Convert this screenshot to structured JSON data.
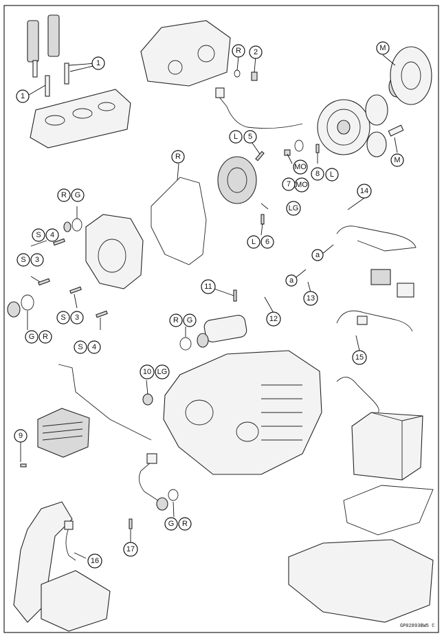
{
  "callouts": {
    "c1a": "1",
    "c1b": "1",
    "c2": "2",
    "c3a": "3",
    "c3b": "3",
    "c4a": "4",
    "c4b": "4",
    "c5": "5",
    "c6": "6",
    "c7": "7",
    "c8": "8",
    "c9": "9",
    "c10": "10",
    "c11": "11",
    "c12": "12",
    "c13": "13",
    "c14": "14",
    "c15": "15",
    "c16": "16",
    "c17": "17"
  },
  "codes": {
    "R": "R",
    "G": "G",
    "S": "S",
    "L": "L",
    "M": "M",
    "MO": "MO",
    "LG": "LG",
    "a": "a"
  },
  "reference_code": "GP02893BW5 C"
}
